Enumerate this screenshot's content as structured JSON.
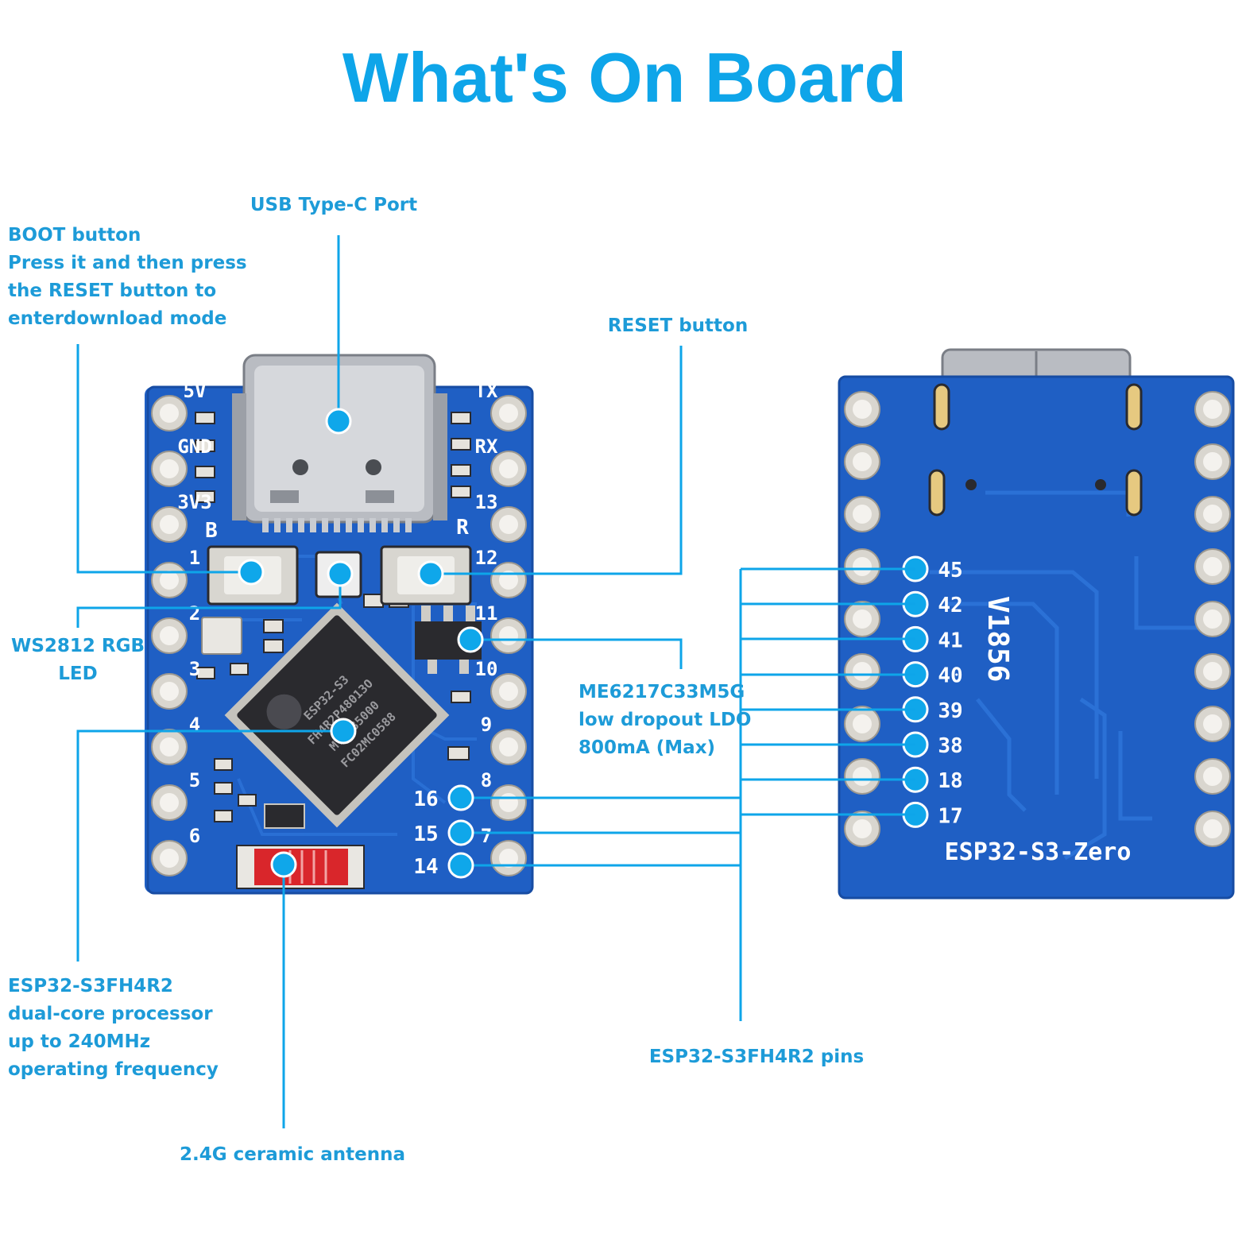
{
  "title": "What's On Board",
  "colors": {
    "accent": "#0ea5e9",
    "label": "#1d9bd8",
    "pcb": "#1f5fc4",
    "pcb_dark": "#174ca3",
    "pad": "#d9d6cf",
    "chip": "#2a2a2e",
    "antenna": "#d9262b",
    "dot": "#0fa7ea"
  },
  "labels": {
    "usb": "USB Type-C Port",
    "boot": [
      "BOOT button",
      "Press it and then press",
      "the RESET button to",
      "enterdownload mode"
    ],
    "reset": "RESET button",
    "led": [
      "WS2812 RGB",
      "LED"
    ],
    "ldo": [
      "ME6217C33M5G",
      "low dropout LDO",
      "800mA (Max)"
    ],
    "cpu": [
      "ESP32-S3FH4R2",
      "dual-core processor",
      "up to 240MHz",
      "operating frequency"
    ],
    "pins": "ESP32-S3FH4R2 pins",
    "antenna": "2.4G ceramic antenna"
  },
  "front_board": {
    "left_pins": [
      "5V",
      "GND",
      "3V3",
      "1",
      "2",
      "3",
      "4",
      "5",
      "6"
    ],
    "right_pins": [
      "TX",
      "RX",
      "13",
      "12",
      "11",
      "10",
      "9",
      "8",
      "7"
    ],
    "button_marks": [
      "B",
      "R"
    ],
    "bottom_pins": [
      "16",
      "15",
      "14"
    ],
    "chip_text": [
      "ESP32-S3",
      "FH4R2P48013O",
      "MTF035000",
      "FC02MC0588"
    ]
  },
  "back_board": {
    "pins": [
      "45",
      "42",
      "41",
      "40",
      "39",
      "38",
      "18",
      "17"
    ],
    "version": "V1856",
    "name": "ESP32-S3-Zero"
  }
}
